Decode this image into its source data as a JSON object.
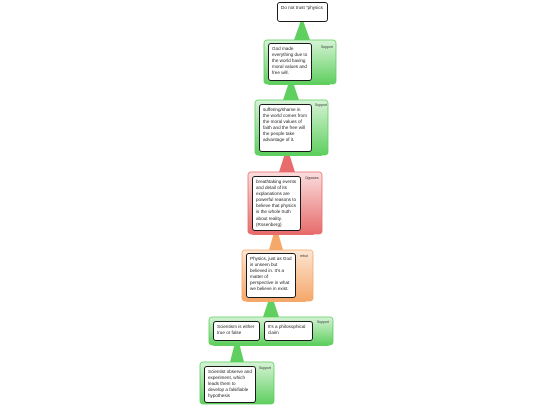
{
  "colors": {
    "support": "#5fcf5f",
    "support_light": "#d7f3d7",
    "oppose": "#e86c6c",
    "oppose_light": "#fbdede",
    "rebuttal": "#f4a86a",
    "rebuttal_light": "#fde6d3"
  },
  "nodes": [
    {
      "id": "n0",
      "text": "Do not trust \"physics",
      "tag": ""
    },
    {
      "id": "n1",
      "text": "God made everything due to the world having moral values and free will.",
      "tag": "Support"
    },
    {
      "id": "n2",
      "text": "suffering/shame in the world comes from the moral values of faith and the free will the people take advantage of it.",
      "tag": "Support"
    },
    {
      "id": "n3",
      "text": "breathtaking events and detail of its explanations are powerful reasons to believe that physics is the whole truth about reality. (Rosenberg)",
      "tag": "Opposes"
    },
    {
      "id": "n4",
      "text": "Physics, just as God is unseen but believed in. It's a matter of perspective in what we believe in exist.",
      "tag": "rebut"
    },
    {
      "id": "n5",
      "text": "Scientism is either true or false",
      "tag": "Support"
    },
    {
      "id": "n6",
      "text": "It's a philosophical claim",
      "tag": ""
    },
    {
      "id": "n7",
      "text": "Scientist observe and experiment, which leads them to develop a falsifiable hypothesis",
      "tag": "Support"
    }
  ]
}
